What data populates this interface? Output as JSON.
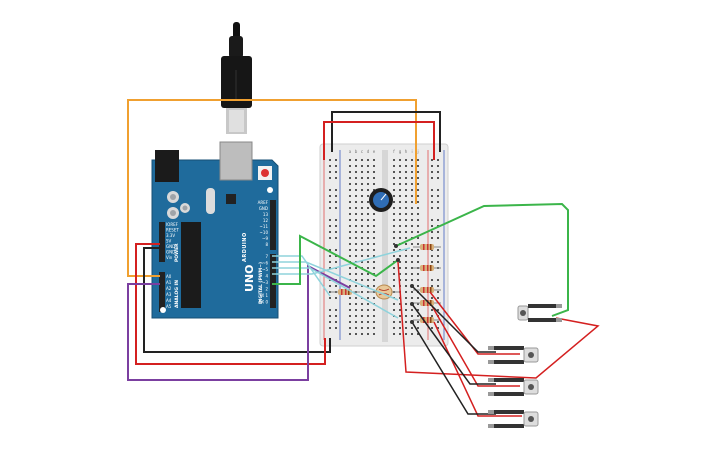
{
  "board": {
    "model_text": "UNO",
    "brand_text": "ARDUINO",
    "power_pins": [
      "IOREF",
      "RESET",
      "3.3V",
      "5V",
      "GND",
      "GND",
      "Vin"
    ],
    "analog_pins": [
      "A0",
      "A1",
      "A2",
      "A3",
      "A4",
      "A5"
    ],
    "top_header": [
      "AREF",
      "GND",
      "13",
      "12",
      "~11",
      "~10",
      "~9",
      "8"
    ],
    "bottom_header": [
      "7",
      "~6",
      "~5",
      "4",
      "~3",
      "2",
      "TX 1",
      "RX 0"
    ],
    "power_label": "POWER",
    "analog_label": "ANALOG IN",
    "digital_label": "DIGITAL (PWM~)"
  },
  "breadboard": {
    "col_letters_left": [
      "a",
      "b",
      "c",
      "d",
      "e"
    ],
    "col_letters_right": [
      "f",
      "g",
      "h",
      "i",
      "j"
    ],
    "row_count": 30
  },
  "colors": {
    "board": "#1f6b9c",
    "breadboard": "#ececec",
    "wire_orange": "#f0a030",
    "wire_black": "#222222",
    "wire_red": "#d42020",
    "wire_green": "#3bb54a",
    "wire_purple": "#7b3fa0",
    "wire_cyan": "#8fd3dc"
  },
  "components": {
    "usb_cable": "usb-cable",
    "potentiometer": "potentiometer",
    "photoresistor": "photoresistor",
    "resistors": 6,
    "push_buttons": 4
  }
}
